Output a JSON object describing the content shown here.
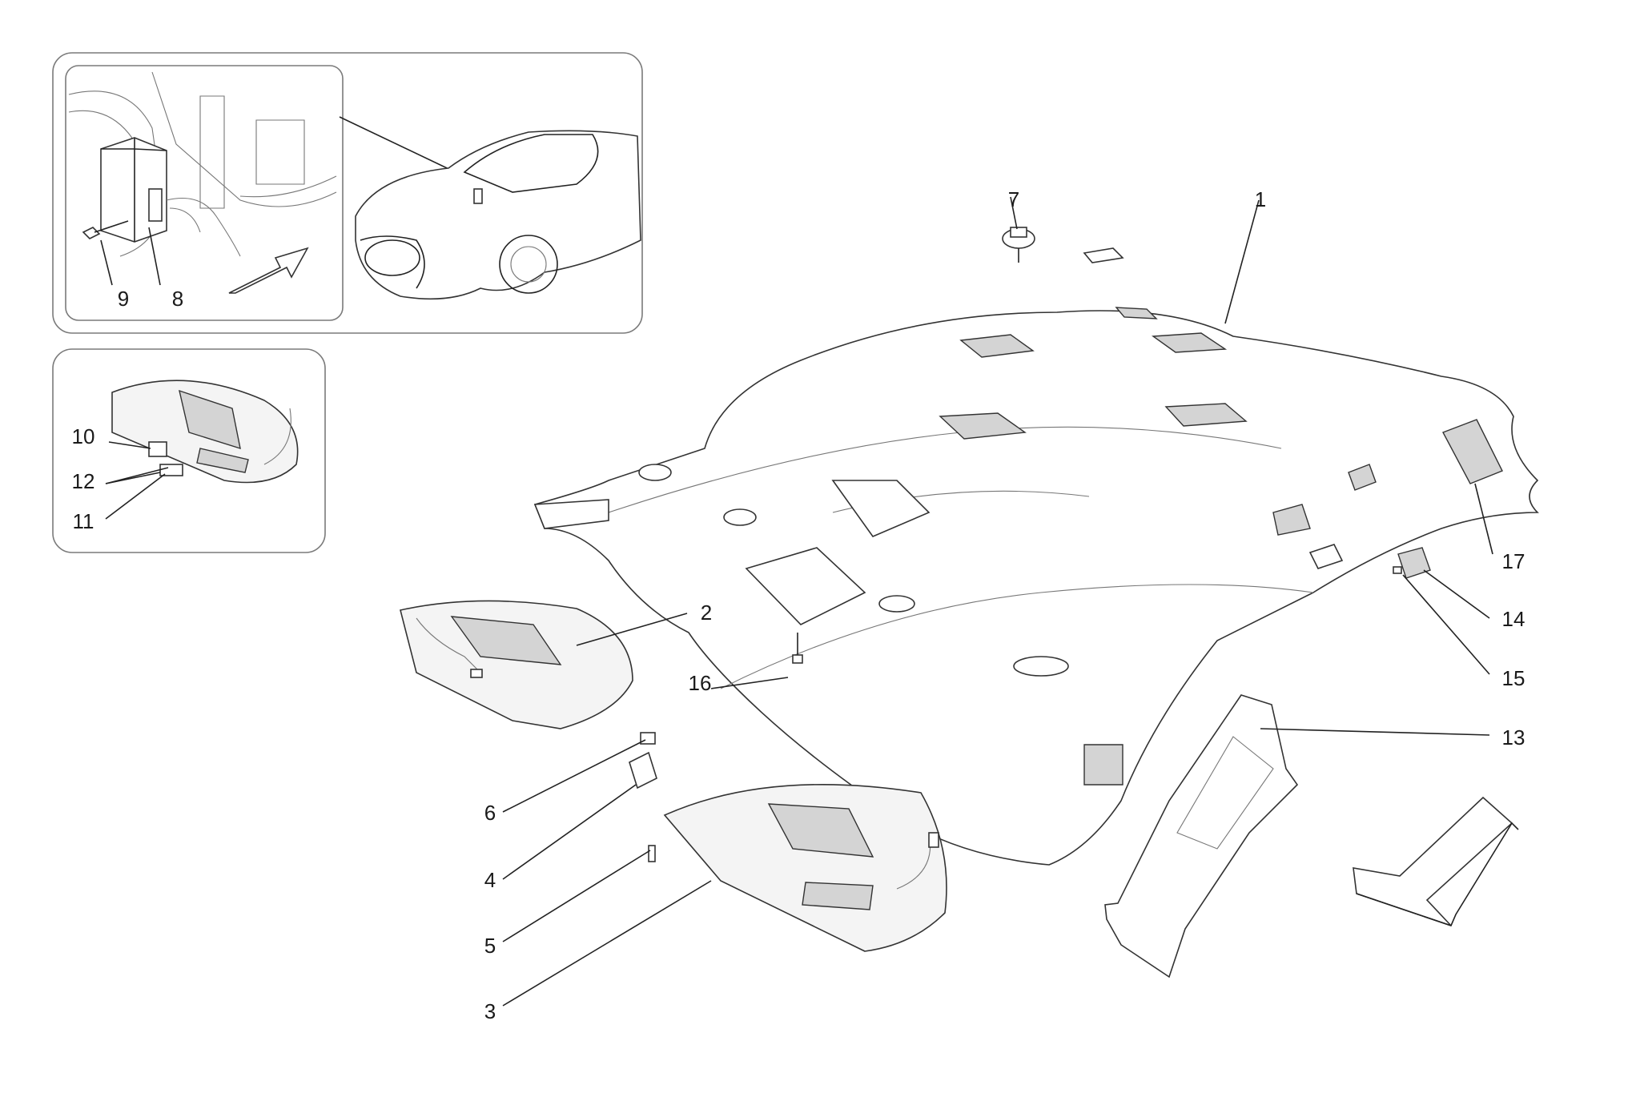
{
  "callouts": {
    "n1": "1",
    "n2": "2",
    "n3": "3",
    "n4": "4",
    "n5": "5",
    "n6": "6",
    "n7": "7",
    "n8": "8",
    "n9": "9",
    "n10": "10",
    "n11": "11",
    "n12": "12",
    "n13": "13",
    "n14": "14",
    "n15": "15",
    "n16": "16",
    "n17": "17"
  },
  "colors": {
    "line": "#222222",
    "fill_light": "#f4f4f4",
    "pad": "#d4d4d4",
    "frame": "#7a7a7a"
  }
}
